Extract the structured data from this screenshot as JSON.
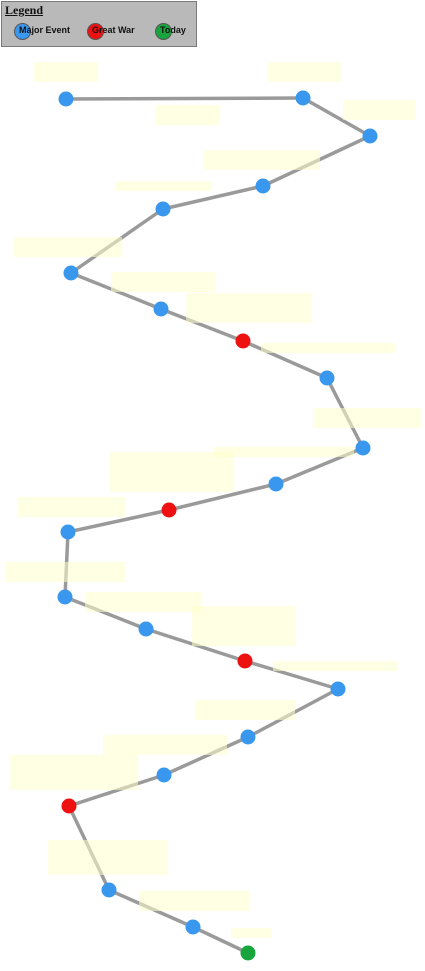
{
  "legend": {
    "title": "Legend",
    "items": [
      {
        "label": "Major Event",
        "color": "#3a97ee"
      },
      {
        "label": "Great War",
        "color": "#ee1111"
      },
      {
        "label": "Today",
        "color": "#19a53d"
      }
    ]
  },
  "colors": {
    "major": "#3a97ee",
    "war": "#ee1111",
    "today": "#19a53d",
    "line": "#9a9a9a",
    "label": "#ffffcc"
  },
  "nodes": [
    {
      "kind": "major"
    },
    {
      "kind": "major"
    },
    {
      "kind": "major"
    },
    {
      "kind": "major"
    },
    {
      "kind": "major"
    },
    {
      "kind": "major"
    },
    {
      "kind": "major"
    },
    {
      "kind": "war"
    },
    {
      "kind": "major"
    },
    {
      "kind": "major"
    },
    {
      "kind": "major"
    },
    {
      "kind": "war"
    },
    {
      "kind": "major"
    },
    {
      "kind": "major"
    },
    {
      "kind": "major"
    },
    {
      "kind": "war"
    },
    {
      "kind": "major"
    },
    {
      "kind": "major"
    },
    {
      "kind": "major"
    },
    {
      "kind": "war"
    },
    {
      "kind": "major"
    },
    {
      "kind": "major"
    },
    {
      "kind": "today"
    }
  ]
}
